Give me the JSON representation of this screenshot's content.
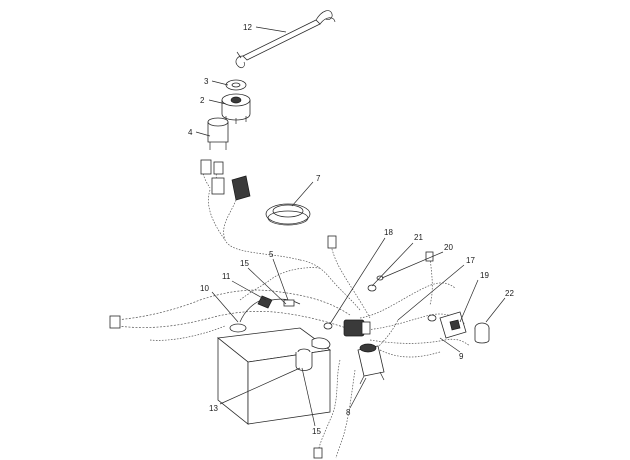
{
  "diagram": {
    "callouts": [
      {
        "id": "c12",
        "label": "12"
      },
      {
        "id": "c3",
        "label": "3"
      },
      {
        "id": "c2",
        "label": "2"
      },
      {
        "id": "c4",
        "label": "4"
      },
      {
        "id": "c7",
        "label": "7"
      },
      {
        "id": "c18",
        "label": "18"
      },
      {
        "id": "c21",
        "label": "21"
      },
      {
        "id": "c20",
        "label": "20"
      },
      {
        "id": "c5",
        "label": "5"
      },
      {
        "id": "c15a",
        "label": "15"
      },
      {
        "id": "c11",
        "label": "11"
      },
      {
        "id": "c17",
        "label": "17"
      },
      {
        "id": "c19",
        "label": "19"
      },
      {
        "id": "c22",
        "label": "22"
      },
      {
        "id": "c10",
        "label": "10"
      },
      {
        "id": "c9",
        "label": "9"
      },
      {
        "id": "c13",
        "label": "13"
      },
      {
        "id": "c8",
        "label": "8"
      },
      {
        "id": "c15b",
        "label": "15"
      }
    ]
  }
}
